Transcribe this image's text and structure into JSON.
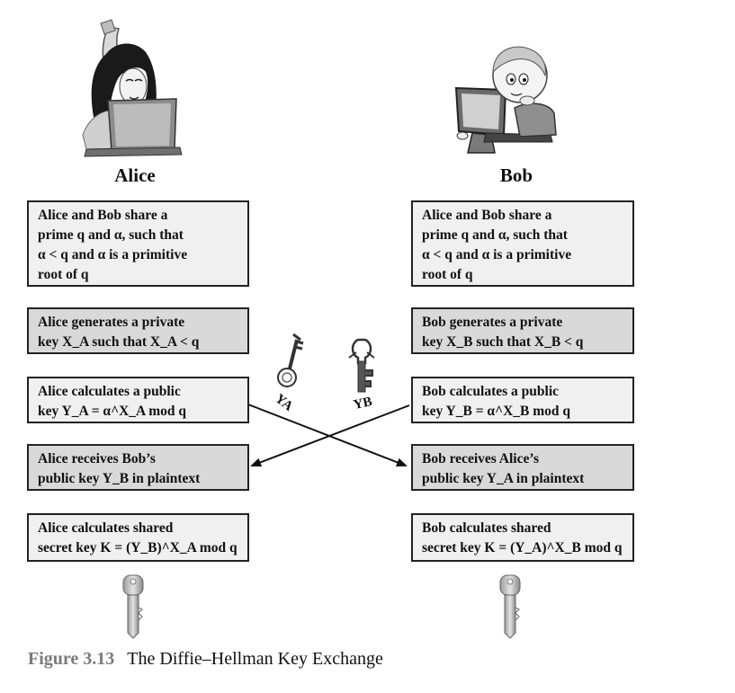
{
  "participants": {
    "alice": "Alice",
    "bob": "Bob"
  },
  "alice_steps": {
    "s1": [
      "Alice and Bob share a",
      "prime q and α, such that",
      "α < q and α is a primitive",
      "root of q"
    ],
    "s2": [
      "Alice generates a private",
      "key X_A such that X_A < q"
    ],
    "s3": [
      "Alice calculates a public",
      "key Y_A = α^X_A mod q"
    ],
    "s4": [
      "Alice receives Bob’s",
      "public key Y_B in plaintext"
    ],
    "s5": [
      "Alice calculates shared",
      "secret key K = (Y_B)^X_A mod q"
    ]
  },
  "bob_steps": {
    "s1": [
      "Alice and Bob share a",
      "prime q and α, such that",
      "α < q and α is a primitive",
      "root of q"
    ],
    "s2": [
      "Bob generates a private",
      "key X_B such that X_B < q"
    ],
    "s3": [
      "Bob calculates a public",
      "key Y_B = α^X_B mod q"
    ],
    "s4": [
      "Bob receives Alice’s",
      "public key Y_A in plaintext"
    ],
    "s5": [
      "Bob calculates shared",
      "secret key K = (Y_A)^X_B mod q"
    ]
  },
  "key_labels": {
    "ya": "YA",
    "yb": "YB"
  },
  "caption": {
    "figure": "Figure 3.13",
    "title": "The Diffie–Hellman Key Exchange"
  },
  "colors": {
    "box_light": "#f0f0f0",
    "box_dark": "#d9d9d9",
    "caption_figure": "#7a7a7a"
  },
  "icons": [
    "alice-with-laptop-icon",
    "bob-at-computer-icon",
    "private-key-icon-a",
    "private-key-icon-b",
    "shared-key-icon"
  ]
}
